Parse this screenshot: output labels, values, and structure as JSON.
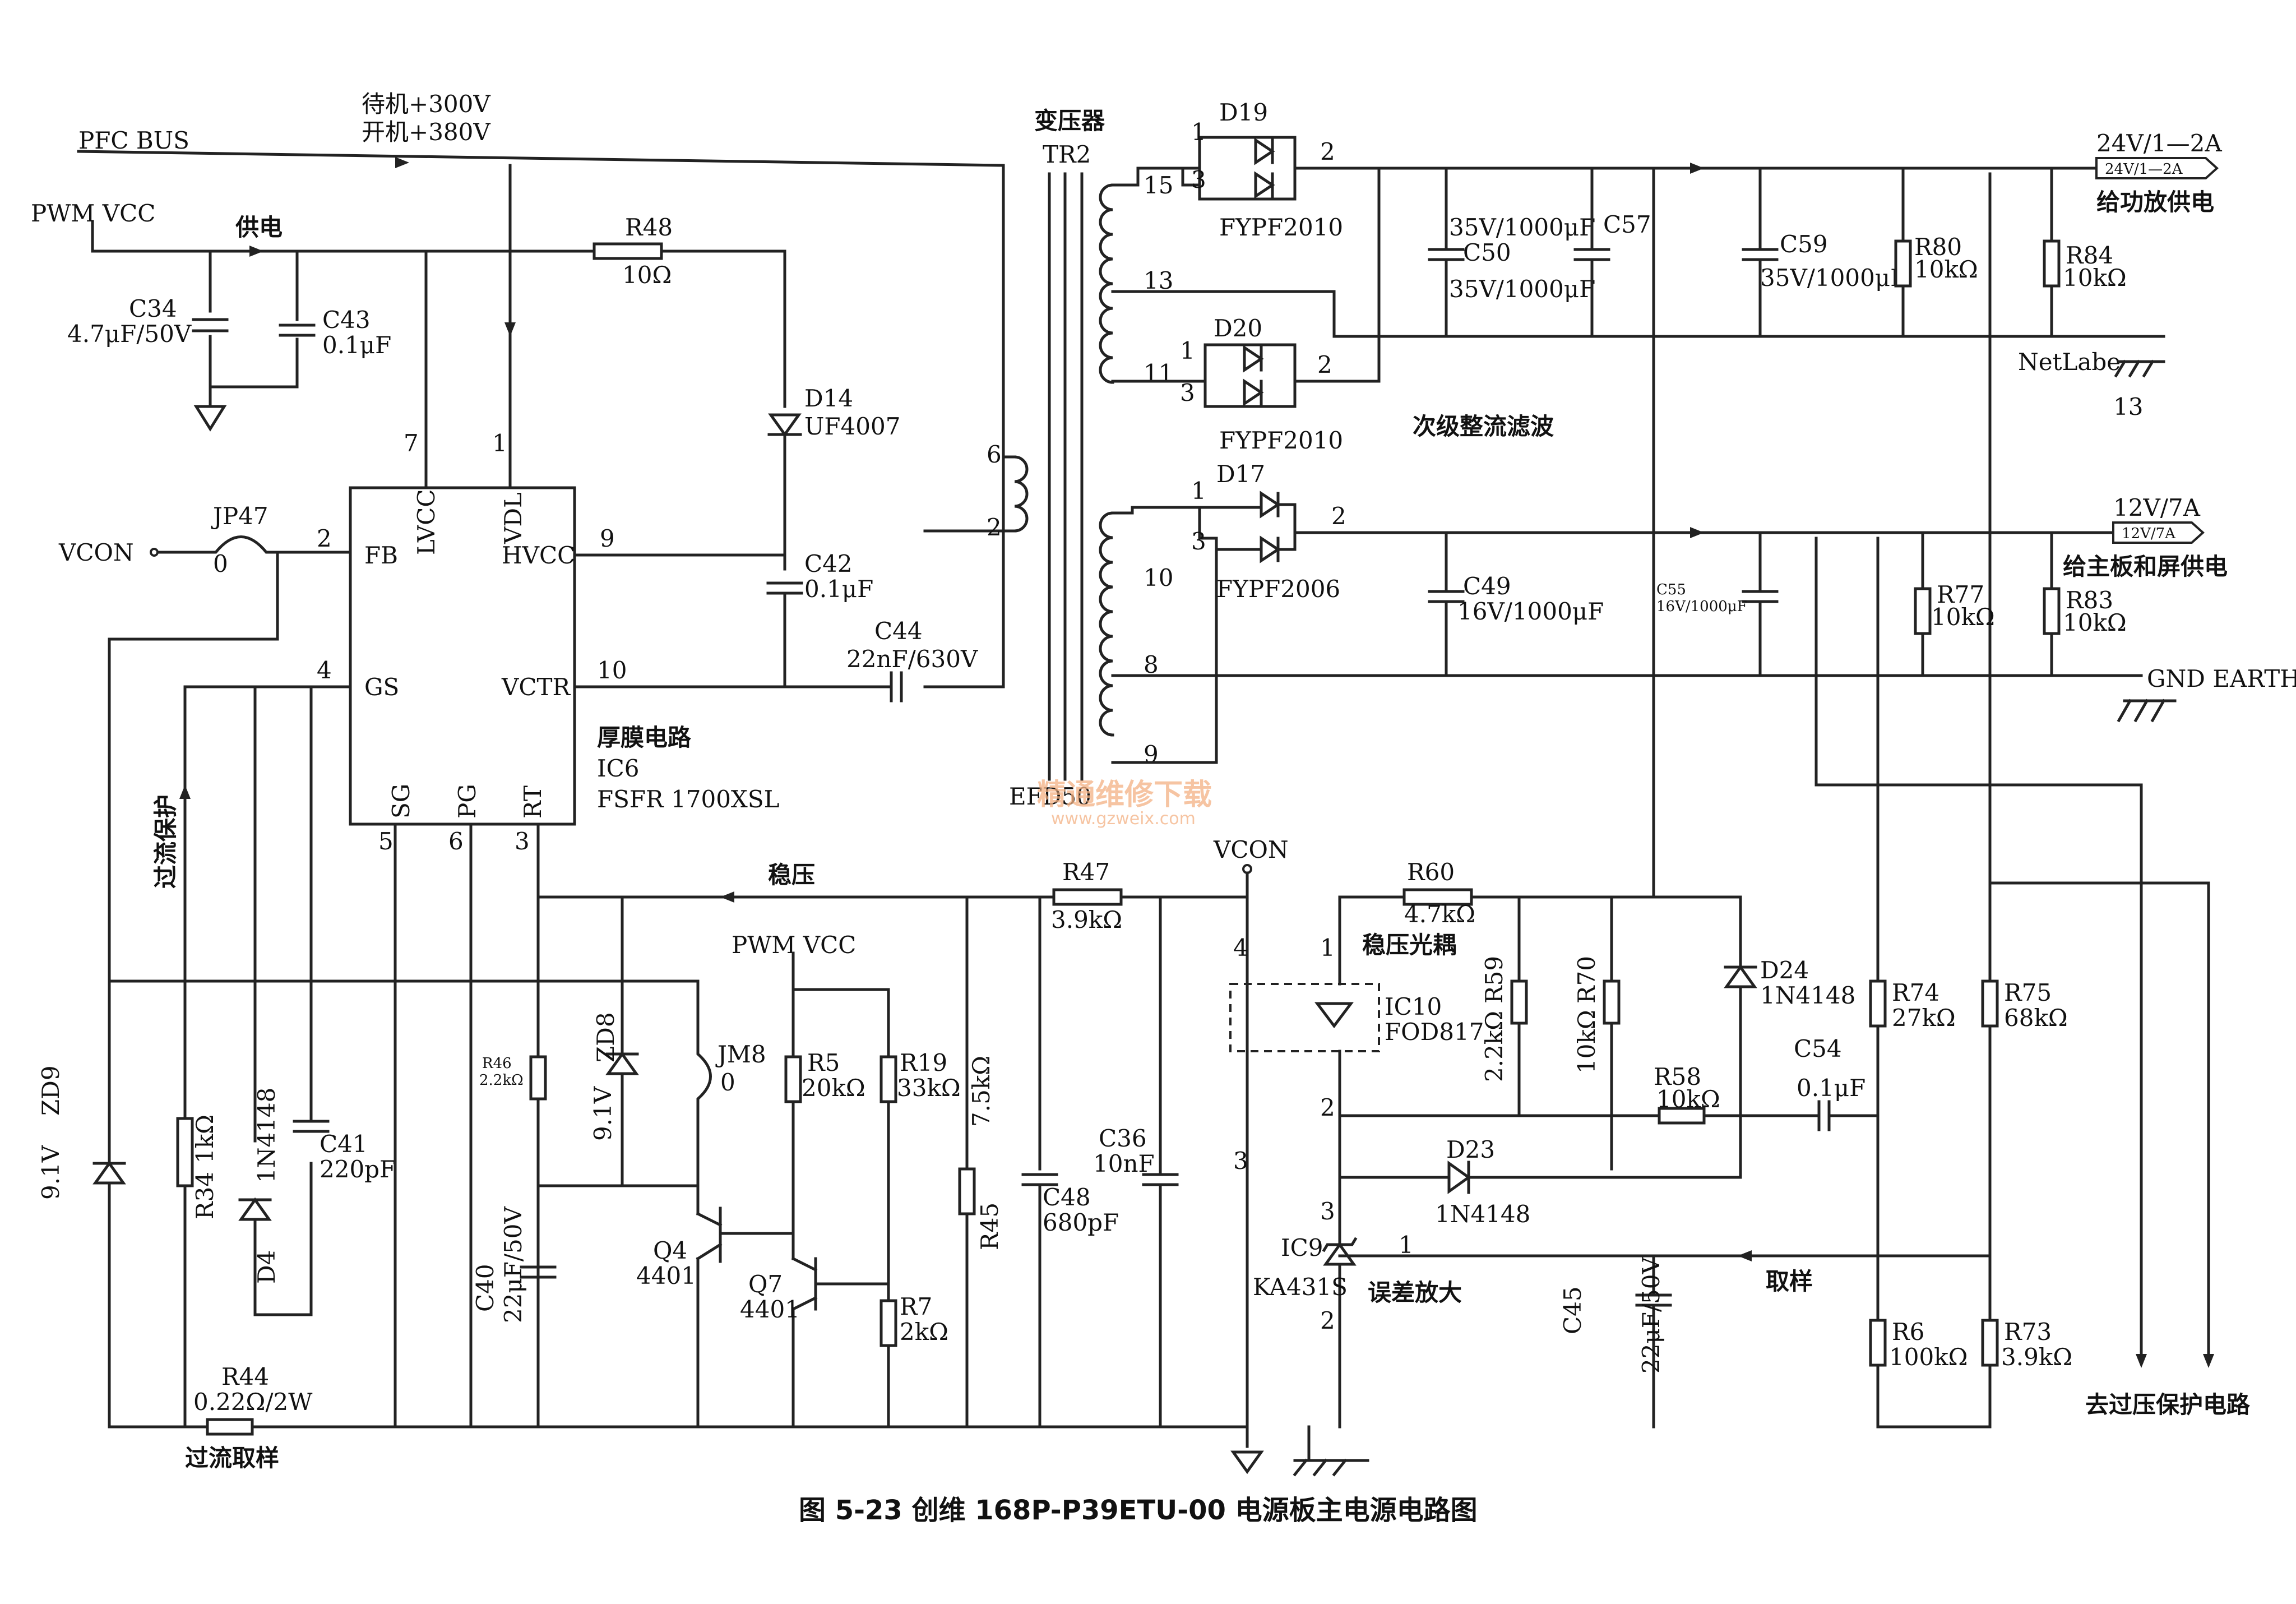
{
  "caption": "图 5-23  创维 168P-P39ETU-00 电源板主电源电路图",
  "watermark": {
    "line1": "精通维修下载",
    "line2": "www.gzweix.com"
  },
  "rails": {
    "pfc_bus": "PFC BUS",
    "standby": "待机+300V",
    "run": "开机+380V",
    "pwm_vcc": "PWM VCC",
    "supply": "供电",
    "pwm_vcc2": "PWM VCC",
    "vcon_left": "VCON",
    "vcon_right": "VCON"
  },
  "ic6": {
    "pins": {
      "lvcc": "LVCC",
      "vdl": "VDL",
      "fb": "FB",
      "hvcc": "HVCC",
      "gs": "GS",
      "vctr": "VCTR",
      "sg": "SG",
      "pg": "PG",
      "rt": "RT"
    },
    "pin_numbers": {
      "lvcc": "7",
      "vdl": "1",
      "fb": "2",
      "hvcc": "9",
      "gs": "4",
      "vctr": "10",
      "sg": "5",
      "pg": "6",
      "rt": "3"
    },
    "desc": "厚膜电路",
    "ref": "IC6",
    "part": "FSFR 1700XSL"
  },
  "components": {
    "c34": {
      "ref": "C34",
      "value": "4.7μF/50V"
    },
    "c43": {
      "ref": "C43",
      "value": "0.1μF"
    },
    "r48": {
      "ref": "R48",
      "value": "10Ω"
    },
    "d14": {
      "ref": "D14",
      "value": "UF4007"
    },
    "c42": {
      "ref": "C42",
      "value": "0.1μF"
    },
    "c44": {
      "ref": "C44",
      "value": "22nF/630V"
    },
    "jp47": {
      "ref": "JP47",
      "value": "0"
    },
    "zd9": {
      "ref": "ZD9",
      "value": "9.1V"
    },
    "r34": {
      "ref": "R34",
      "value": "1kΩ"
    },
    "d4": {
      "ref": "D4",
      "value": "1N4148"
    },
    "c41": {
      "ref": "C41",
      "value": "220pF"
    },
    "r44": {
      "ref": "R44",
      "value": "0.22Ω/2W"
    },
    "r46": {
      "ref": "R46",
      "value": "2.2kΩ"
    },
    "zd8": {
      "ref": "ZD8",
      "value": "9.1V"
    },
    "c40": {
      "ref": "C40",
      "value": "22μF/50V"
    },
    "jm8": {
      "ref": "JM8",
      "value": "0"
    },
    "r5": {
      "ref": "R5",
      "value": "20kΩ"
    },
    "r19": {
      "ref": "R19",
      "value": "33kΩ"
    },
    "q4": {
      "ref": "Q4",
      "value": "4401"
    },
    "q7": {
      "ref": "Q7",
      "value": "4401"
    },
    "r7": {
      "ref": "R7",
      "value": "2kΩ"
    },
    "r45": {
      "ref": "R45",
      "value": "7.5kΩ"
    },
    "r47": {
      "ref": "R47",
      "value": "3.9kΩ"
    },
    "c48": {
      "ref": "C48",
      "value": "680pF"
    },
    "c36": {
      "ref": "C36",
      "value": "10nF"
    },
    "tr2": {
      "label": "变压器",
      "ref": "TR2",
      "core": "EFD50"
    },
    "d19": {
      "ref": "D19",
      "value": "FYPF2010"
    },
    "d20": {
      "ref": "D20",
      "value": "FYPF2010"
    },
    "d17": {
      "ref": "D17",
      "value": "FYPF2006"
    },
    "c50": {
      "ref": "C50",
      "value": "35V/1000μF",
      "value2": "35V/1000μF"
    },
    "c57": {
      "ref": "C57"
    },
    "c59": {
      "ref": "C59",
      "value": "35V/1000μF"
    },
    "r80": {
      "ref": "R80",
      "value": "10kΩ"
    },
    "r84": {
      "ref": "R84",
      "value": "10kΩ"
    },
    "c49": {
      "ref": "C49",
      "value": "16V/1000μF"
    },
    "c55": {
      "ref": "C55",
      "value": "16V/1000μF"
    },
    "r77": {
      "ref": "R77",
      "value": "10kΩ"
    },
    "r83": {
      "ref": "R83",
      "value": "10kΩ"
    },
    "r60": {
      "ref": "R60",
      "value": "4.7kΩ"
    },
    "ic10": {
      "ref": "IC10",
      "value": "FOD817"
    },
    "r59": {
      "ref": "R59",
      "value": "2.2kΩ"
    },
    "r70": {
      "ref": "R70",
      "value": "10kΩ"
    },
    "d24": {
      "ref": "D24",
      "value": "1N4148"
    },
    "r74": {
      "ref": "R74",
      "value": "27kΩ"
    },
    "r75": {
      "ref": "R75",
      "value": "68kΩ"
    },
    "r58": {
      "ref": "R58",
      "value": "10kΩ"
    },
    "c54": {
      "ref": "C54",
      "value": "0.1μF"
    },
    "d23": {
      "ref": "D23",
      "value": "1N4148"
    },
    "ic9": {
      "ref": "IC9",
      "value": "KA431S"
    },
    "c45": {
      "ref": "C45",
      "value": "22μF/50V"
    },
    "r6": {
      "ref": "R6",
      "value": "100kΩ"
    },
    "r73": {
      "ref": "R73",
      "value": "3.9kΩ"
    }
  },
  "pins": {
    "tr_p6": "6",
    "tr_p2": "2",
    "tr_15": "15",
    "tr_13": "13",
    "tr_11": "11",
    "tr_10": "10",
    "tr_8": "8",
    "tr_9": "9",
    "d19_1": "1",
    "d19_3": "3",
    "d19_2": "2",
    "d20_1": "1",
    "d20_3": "3",
    "d20_2": "2",
    "d17_1": "1",
    "d17_3": "3",
    "d17_2": "2",
    "ic10_4": "4",
    "ic10_1": "1",
    "ic10_3": "3",
    "ic10_2": "2",
    "ic9_3": "3",
    "ic9_1": "1",
    "ic9_2": "2"
  },
  "notes": {
    "ovp_current": "过流保护",
    "current_sample": "过流取样",
    "regulate": "稳压",
    "secondary": "次级整流滤波",
    "optocoupler": "稳压光耦",
    "error_amp": "误差放大",
    "sample": "取样",
    "ovp_out": "去过压保护电路"
  },
  "outputs": {
    "out24": "24V/1—2A",
    "out24_tag": "24V/1—2A",
    "out24_desc": "给功放供电",
    "netlabel": "NetLabe",
    "netlabel_num": "13",
    "out12": "12V/7A",
    "out12_tag": "12V/7A",
    "out12_desc": "给主板和屏供电",
    "gnd": "GND EARTH"
  }
}
